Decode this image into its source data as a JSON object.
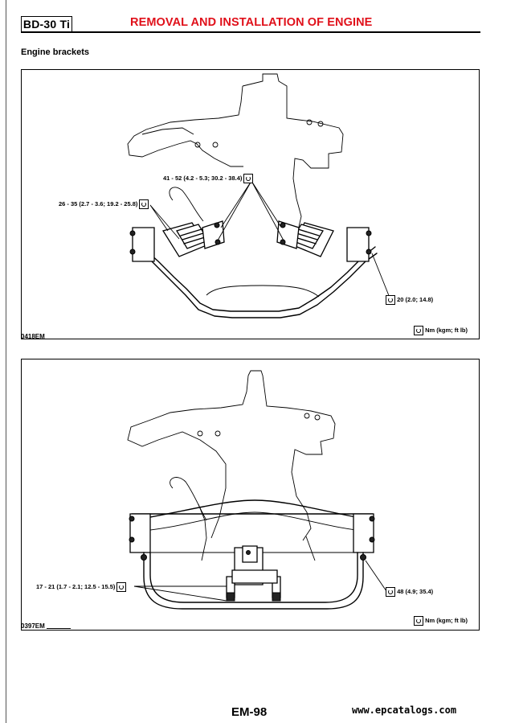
{
  "header": {
    "model": "BD-30 Ti",
    "title": "REMOVAL AND INSTALLATION OF ENGINE",
    "title_color": "#e0101a"
  },
  "section": {
    "heading": "Engine brackets"
  },
  "figures": [
    {
      "code": "0418EM",
      "unit_key": "Nm (kgm; ft lb)",
      "torques": [
        "41 - 52 (4.2 - 5.3; 30.2 - 38.4)",
        "26 - 35 (2.7 - 3.6; 19.2 - 25.8)",
        "20 (2.0; 14.8)"
      ]
    },
    {
      "code": "0397EM",
      "unit_key": "Nm (kgm; ft lb)",
      "torques": [
        "17 - 21 (1.7 - 2.1; 12.5 - 15.5)",
        "48 (4.9; 35.4)"
      ]
    }
  ],
  "footer": {
    "page_number": "EM-98",
    "url": "www.epcatalogs.com"
  },
  "icons": {
    "torque": "torque-wrench-icon"
  }
}
